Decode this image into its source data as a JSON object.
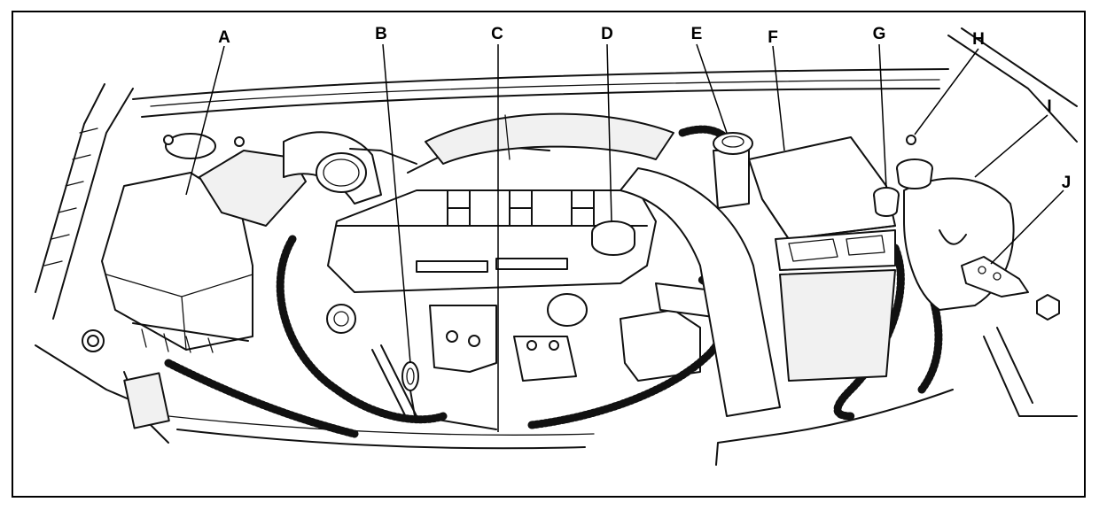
{
  "callouts": {
    "A": "A",
    "B": "B",
    "C": "C",
    "D": "D",
    "E": "E",
    "F": "F",
    "G": "G",
    "H": "H",
    "I": "I",
    "J": "J"
  },
  "colors": {
    "line": "#111111",
    "background": "#ffffff"
  }
}
